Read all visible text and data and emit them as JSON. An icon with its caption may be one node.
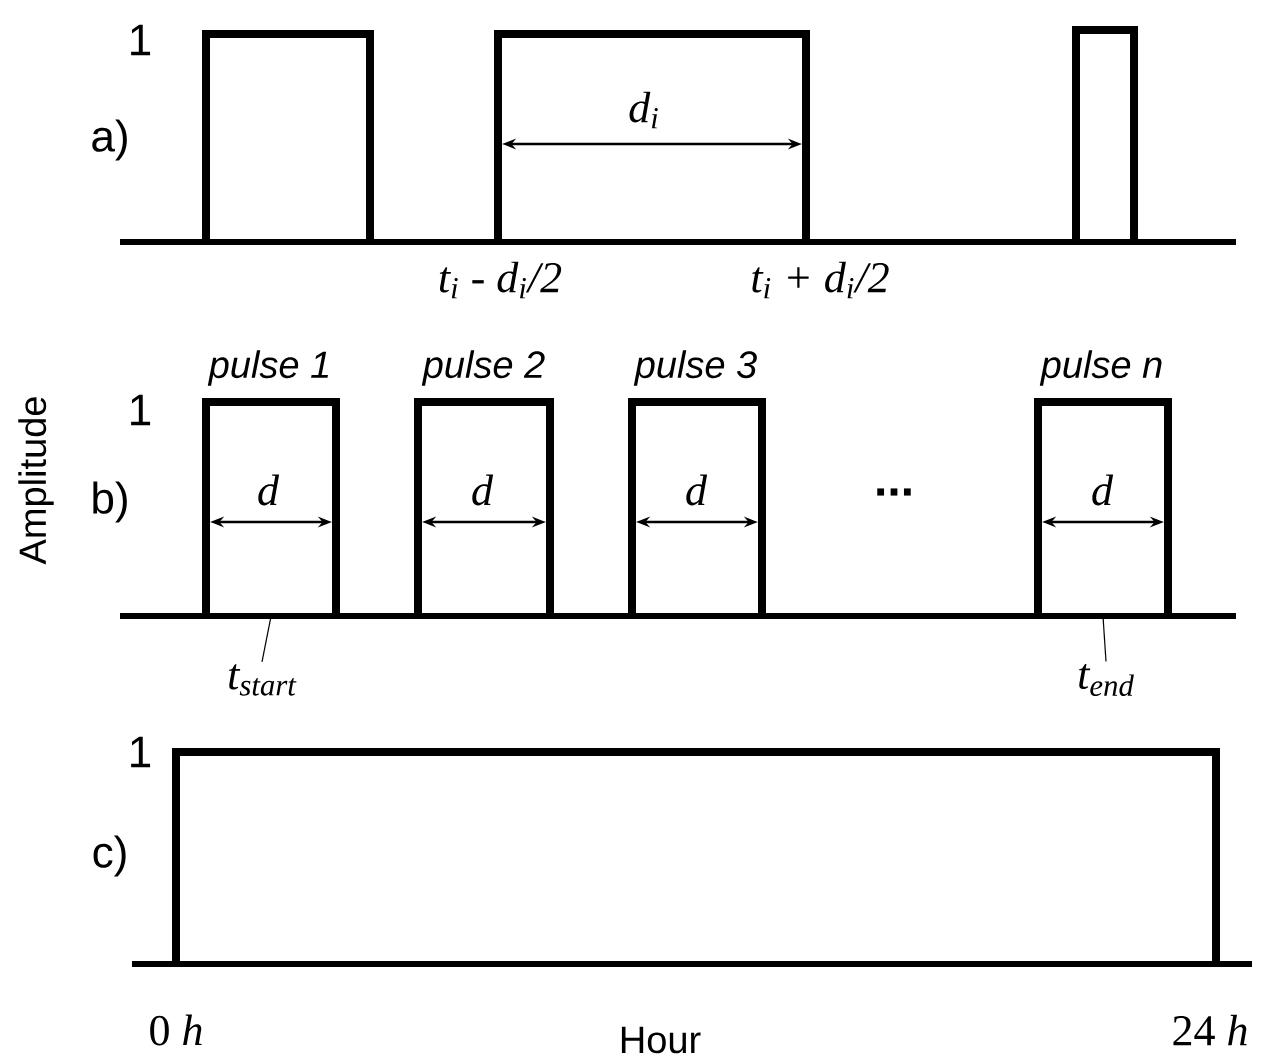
{
  "diagram": {
    "nodes": [
      {
        "text": [],
        "shape": "bar"
      },
      {
        "text": [],
        "shape": "bar"
      },
      {
        "text": [
          "t$_{start}$"
        ]
      },
      {
        "text": [
          "t$_{end}$"
        ]
      }
    ],
    "edges": [
      {
        "from": 2,
        "to": 0,
        "arrow": "none"
      },
      {
        "from": 3,
        "to": 1,
        "arrow": "none"
      }
    ],
    "labels": [
      "1",
      "a)",
      "d$_{i}$",
      "t$_{i}$ - d$_{i}$/2",
      "t$_{i}$ + d$_{i}$/2",
      "pulse 1",
      "pulse 2",
      "pulse 3",
      "pulse n",
      "Amplitude",
      "1",
      "b)",
      "d",
      "d",
      "d",
      "...",
      "d",
      "1",
      "c)",
      "0 *h*",
      "Hour",
      "24 *h*"
    ]
  }
}
